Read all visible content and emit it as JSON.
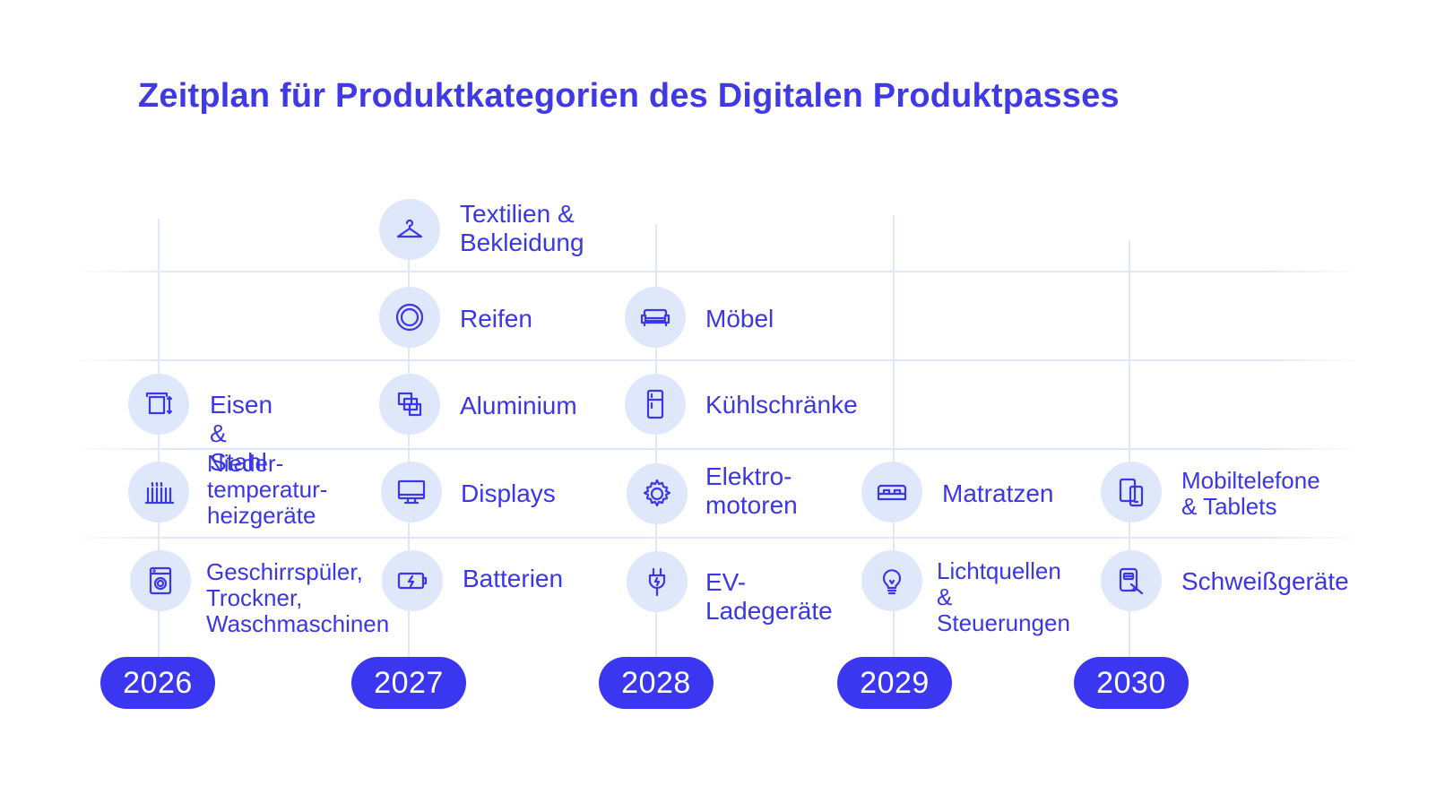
{
  "title": "Zeitplan für Produktkategorien des Digitalen Produktpasses",
  "colors": {
    "accent": "#3b36f0",
    "icon_bg": "#dfe8fb",
    "grid": "#dfe6f7"
  },
  "years": [
    "2026",
    "2027",
    "2028",
    "2029",
    "2030"
  ],
  "columns": [
    {
      "year": "2026",
      "items": [
        {
          "label": "Eisen & Stahl",
          "icon": "steel-beam-icon"
        },
        {
          "label": "Nieder-\ntemperatur-\nheizgeräte",
          "icon": "radiator-icon"
        },
        {
          "label": "Geschirrspüler,\nTrockner,\nWaschmaschinen",
          "icon": "washing-machine-icon"
        }
      ]
    },
    {
      "year": "2027",
      "items": [
        {
          "label": "Textilien &\nBekleidung",
          "icon": "hanger-icon"
        },
        {
          "label": "Reifen",
          "icon": "tire-icon"
        },
        {
          "label": "Aluminium",
          "icon": "aluminium-icon"
        },
        {
          "label": "Displays",
          "icon": "monitor-icon"
        },
        {
          "label": "Batterien",
          "icon": "battery-icon"
        }
      ]
    },
    {
      "year": "2028",
      "items": [
        {
          "label": "Möbel",
          "icon": "sofa-icon"
        },
        {
          "label": "Kühlschränke",
          "icon": "fridge-icon"
        },
        {
          "label": "Elektro-\nmotoren",
          "icon": "gear-icon"
        },
        {
          "label": "EV-\nLadegeräte",
          "icon": "plug-icon"
        }
      ]
    },
    {
      "year": "2029",
      "items": [
        {
          "label": "Matratzen",
          "icon": "mattress-icon"
        },
        {
          "label": "Lichtquellen\n& Steuerungen",
          "icon": "lightbulb-icon"
        }
      ]
    },
    {
      "year": "2030",
      "items": [
        {
          "label": "Mobiltelefone\n& Tablets",
          "icon": "phone-tablet-icon"
        },
        {
          "label": "Schweißgeräte",
          "icon": "welding-icon"
        }
      ]
    }
  ]
}
